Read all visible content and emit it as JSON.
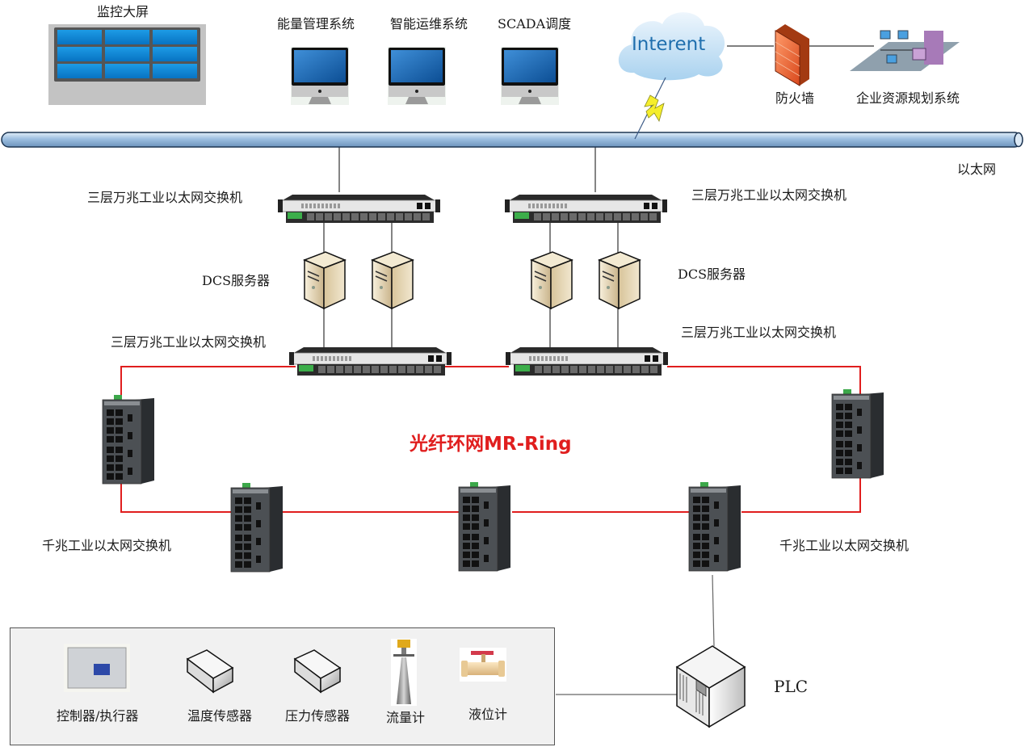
{
  "diagram": {
    "title": "工业以太网光纤环网拓扑",
    "top_row": {
      "video_wall": {
        "label": "监控大屏",
        "icon": "video-wall-icon"
      },
      "workstations": [
        {
          "label": "能量管理系统",
          "icon": "monitor-icon"
        },
        {
          "label": "智能运维系统",
          "icon": "monitor-icon"
        },
        {
          "label": "SCADA调度",
          "icon": "monitor-icon"
        }
      ],
      "cloud": {
        "label": "Interent",
        "icon": "cloud-icon"
      },
      "firewall": {
        "label": "防火墙",
        "icon": "firewall-icon"
      },
      "erp": {
        "label": "企业资源规划系统",
        "icon": "enterprise-network-icon"
      }
    },
    "backbone": {
      "label": "以太网"
    },
    "core_switches": {
      "upper_left": "三层万兆工业以太网交换机",
      "upper_right": "三层万兆工业以太网交换机",
      "lower_left": "三层万兆工业以太网交换机",
      "lower_right": "三层万兆工业以太网交换机"
    },
    "servers": {
      "left_label": "DCS服务器",
      "right_label": "DCS服务器"
    },
    "ring": {
      "label": "光纤环网MR-Ring",
      "color": "#e01e1e"
    },
    "access_switches": {
      "left_label": "千兆工业以太网交换机",
      "right_label": "千兆工业以太网交换机"
    },
    "field_devices": [
      {
        "label": "控制器/执行器",
        "icon": "controller-icon"
      },
      {
        "label": "温度传感器",
        "icon": "temperature-sensor-icon"
      },
      {
        "label": "压力传感器",
        "icon": "pressure-sensor-icon"
      },
      {
        "label": "流量计",
        "icon": "flowmeter-icon"
      },
      {
        "label": "液位计",
        "icon": "level-gauge-icon"
      }
    ],
    "plc": {
      "label": "PLC",
      "icon": "plc-icon"
    },
    "colors": {
      "backbone": "#9dbfe0",
      "ring": "#e01e1e",
      "links": "#333333",
      "cloud_text": "#1f6fae"
    }
  }
}
